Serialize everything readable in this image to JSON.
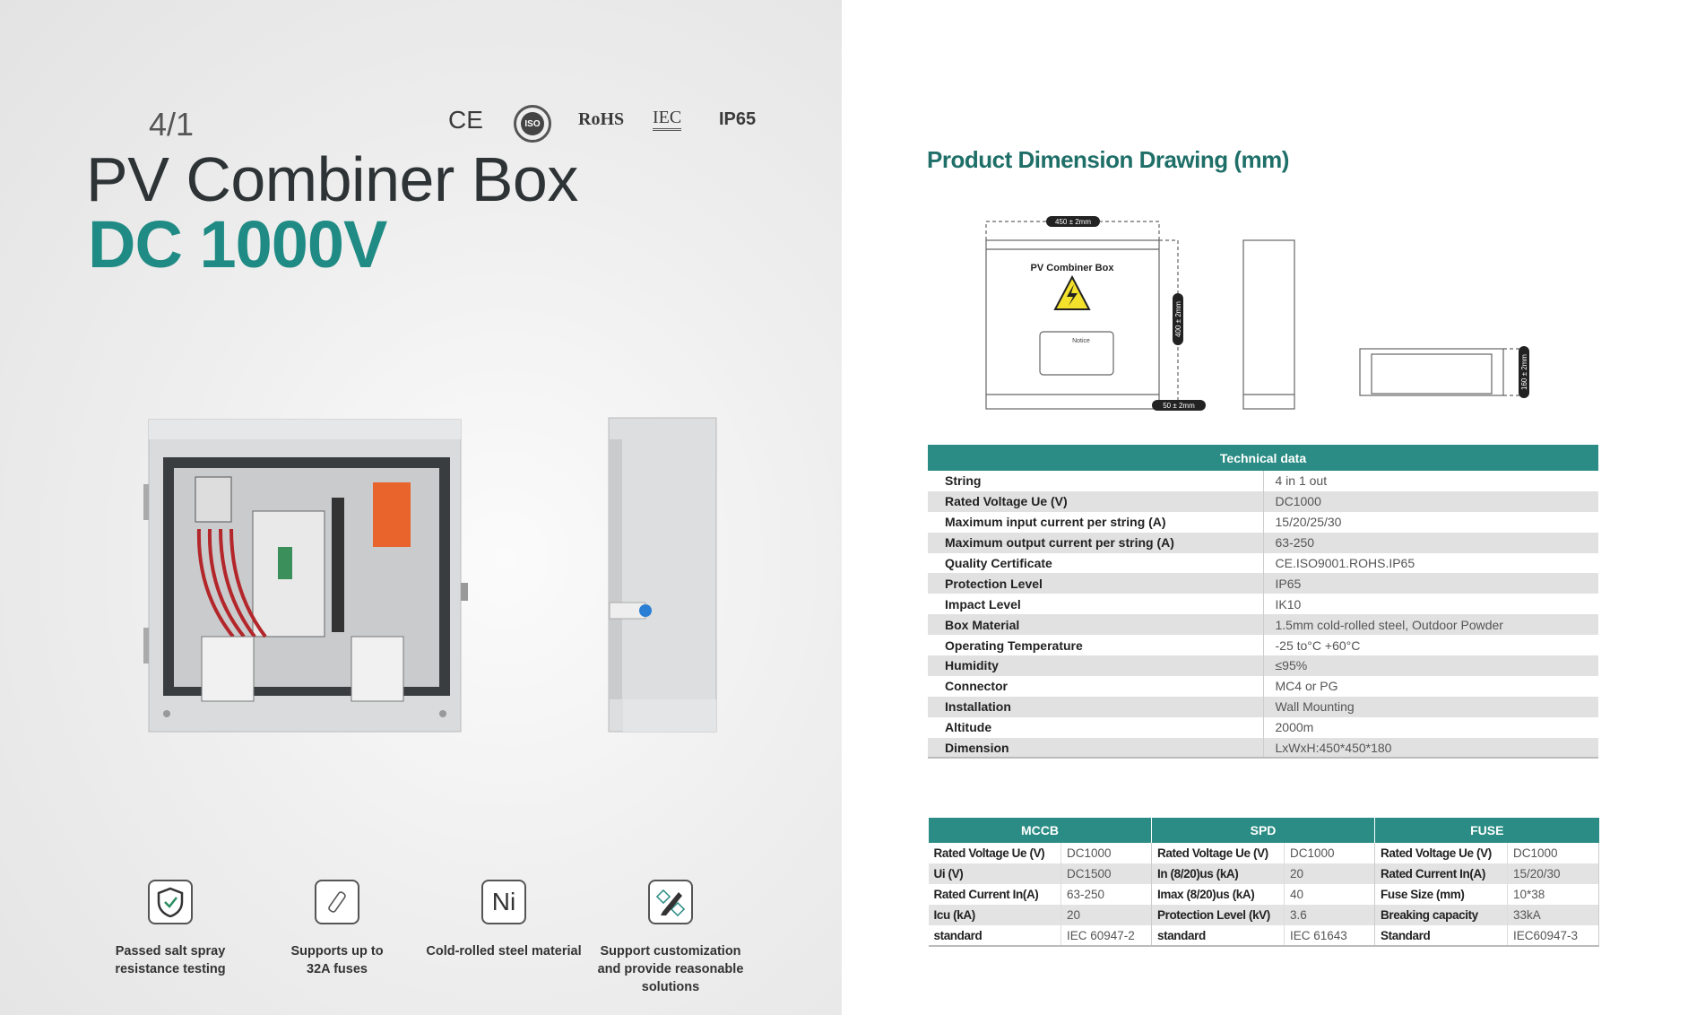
{
  "header": {
    "ratio": "4/1",
    "title": "PV Combiner Box",
    "voltage": "DC 1000V",
    "certifications": [
      "CE",
      "ISO",
      "RoHS",
      "IEC",
      "IP65"
    ]
  },
  "features": [
    {
      "icon": "shield-check-icon",
      "text": "Passed salt spray resistance testing"
    },
    {
      "icon": "fuse-icon",
      "text": "Supports up to 32A fuses"
    },
    {
      "icon": "nickel-icon",
      "label": "Ni",
      "text": "Cold-rolled steel material"
    },
    {
      "icon": "pencil-ruler-icon",
      "text": "Support customization and provide reasonable solutions"
    }
  ],
  "dimension": {
    "title": "Product Dimension Drawing (mm)",
    "box_label": "PV Combiner Box",
    "notice_label": "Notice",
    "width_label": "450 ± 2mm",
    "height_label": "400 ± 2mm",
    "flange_label": "50 ± 2mm",
    "depth_label": "160 ± 2mm"
  },
  "technical": {
    "title": "Technical data",
    "rows": [
      {
        "k": "String",
        "v": "4 in 1 out"
      },
      {
        "k": "Rated Voltage Ue (V)",
        "v": "DC1000"
      },
      {
        "k": "Maximum input current per string (A)",
        "v": "15/20/25/30"
      },
      {
        "k": "Maximum output current per string (A)",
        "v": "63-250"
      },
      {
        "k": "Quality Certificate",
        "v": "CE.ISO9001.ROHS.IP65"
      },
      {
        "k": "Protection Level",
        "v": "IP65"
      },
      {
        "k": "Impact Level",
        "v": "IK10"
      },
      {
        "k": "Box Material",
        "v": "1.5mm cold-rolled steel, Outdoor Powder"
      },
      {
        "k": "Operating Temperature",
        "v": "-25 to°C +60°C"
      },
      {
        "k": "Humidity",
        "v": "≤95%"
      },
      {
        "k": "Connector",
        "v": "MC4 or PG"
      },
      {
        "k": "Installation",
        "v": "Wall Mounting"
      },
      {
        "k": "Altitude",
        "v": "2000m"
      },
      {
        "k": "Dimension",
        "v": "LxWxH:450*450*180"
      }
    ]
  },
  "components": {
    "headers": [
      "MCCB",
      "SPD",
      "FUSE"
    ],
    "rows": [
      [
        [
          "Rated Voltage Ue (V)",
          "DC1000"
        ],
        [
          "Rated Voltage Ue (V)",
          "DC1000"
        ],
        [
          "Rated Voltage Ue (V)",
          "DC1000"
        ]
      ],
      [
        [
          "Ui (V)",
          "DC1500"
        ],
        [
          "In (8/20)us (kA)",
          "20"
        ],
        [
          "Rated Current In(A)",
          "15/20/30"
        ]
      ],
      [
        [
          "Rated Current In(A)",
          "63-250"
        ],
        [
          "Imax (8/20)us (kA)",
          "40"
        ],
        [
          "Fuse Size (mm)",
          "10*38"
        ]
      ],
      [
        [
          "Icu (kA)",
          "20"
        ],
        [
          "Protection Level (kV)",
          "3.6"
        ],
        [
          "Breaking capacity",
          "33kA"
        ]
      ],
      [
        [
          "standard",
          "IEC 60947-2"
        ],
        [
          "standard",
          "IEC 61643"
        ],
        [
          "Standard",
          "IEC60947-3"
        ]
      ]
    ]
  },
  "colors": {
    "teal": "#2a8c84",
    "heading": "#1f6f69",
    "voltage": "#1f8b84"
  }
}
